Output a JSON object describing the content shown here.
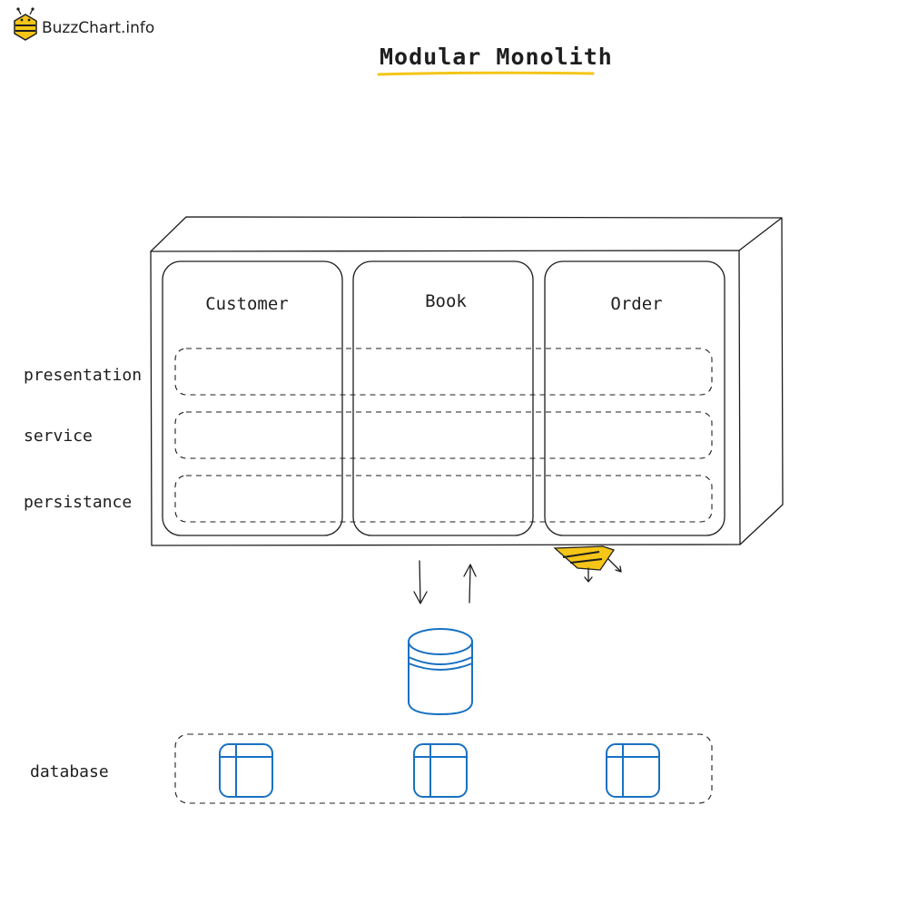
{
  "brand": {
    "name": "BuzzChart.info",
    "logo_icon": "bee-icon"
  },
  "title": "Modular Monolith",
  "colors": {
    "ink": "#1e1e1e",
    "accent_yellow": "#f5c518",
    "db_blue": "#1971c2"
  },
  "modules": [
    {
      "label": "Customer"
    },
    {
      "label": "Book"
    },
    {
      "label": "Order"
    }
  ],
  "layers": [
    {
      "label": "presentation"
    },
    {
      "label": "service"
    },
    {
      "label": "persistance"
    }
  ],
  "database": {
    "label": "database",
    "icon": "database-cylinder-icon",
    "tables": [
      {
        "icon": "table-icon"
      },
      {
        "icon": "table-icon"
      },
      {
        "icon": "table-icon"
      }
    ]
  }
}
